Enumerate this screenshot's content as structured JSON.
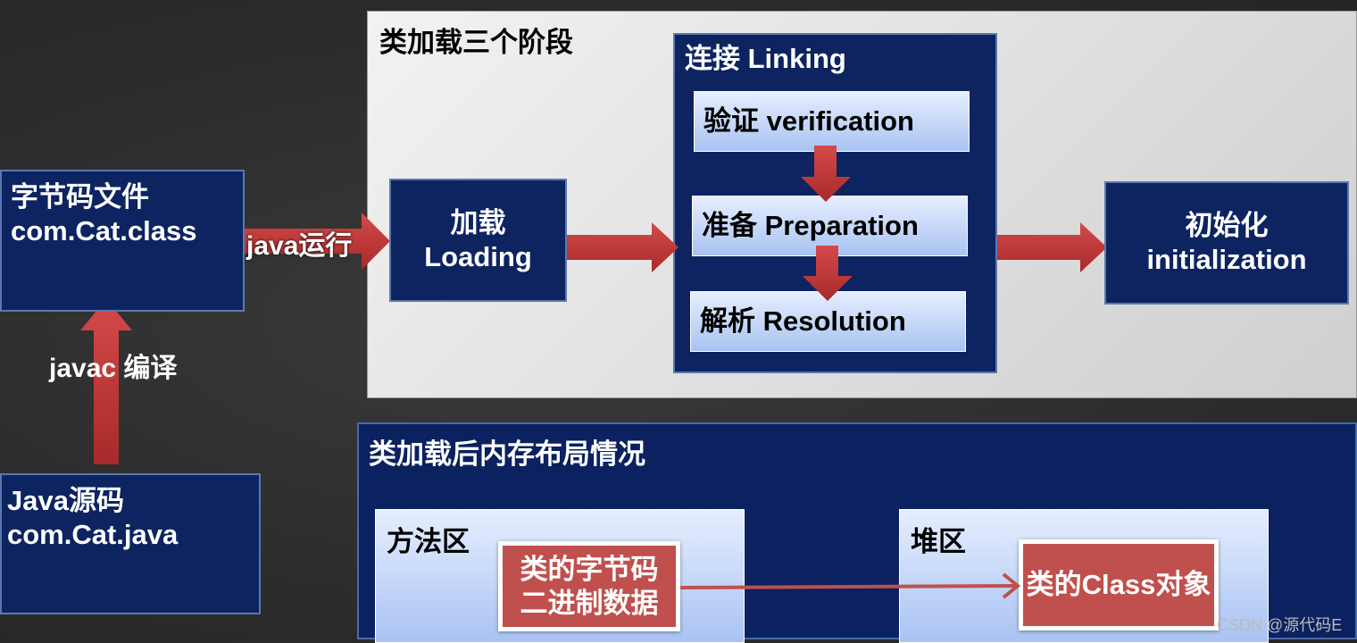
{
  "left": {
    "bytecode_line1": "字节码文件",
    "bytecode_line2": "com.Cat.class",
    "source_line1": "Java源码",
    "source_line2": "com.Cat.java",
    "javac_label": "javac 编译",
    "run_label": "java运行"
  },
  "stages": {
    "title": "类加载三个阶段",
    "loading_line1": "加载",
    "loading_line2": "Loading",
    "linking_title": "连接 Linking",
    "verification": "验证 verification",
    "preparation": "准备 Preparation",
    "resolution": "解析 Resolution",
    "init_line1": "初始化",
    "init_line2": "initialization"
  },
  "memory": {
    "title": "类加载后内存布局情况",
    "method_area": "方法区",
    "bytecode_line1": "类的字节码",
    "bytecode_line2": "二进制数据",
    "heap": "堆区",
    "class_object": "类的Class对象"
  },
  "watermark": "CSDN @源代码E",
  "colors": {
    "navy": "#0d2461",
    "arrow_red": "#c0393b",
    "box_red": "#c0504d"
  }
}
